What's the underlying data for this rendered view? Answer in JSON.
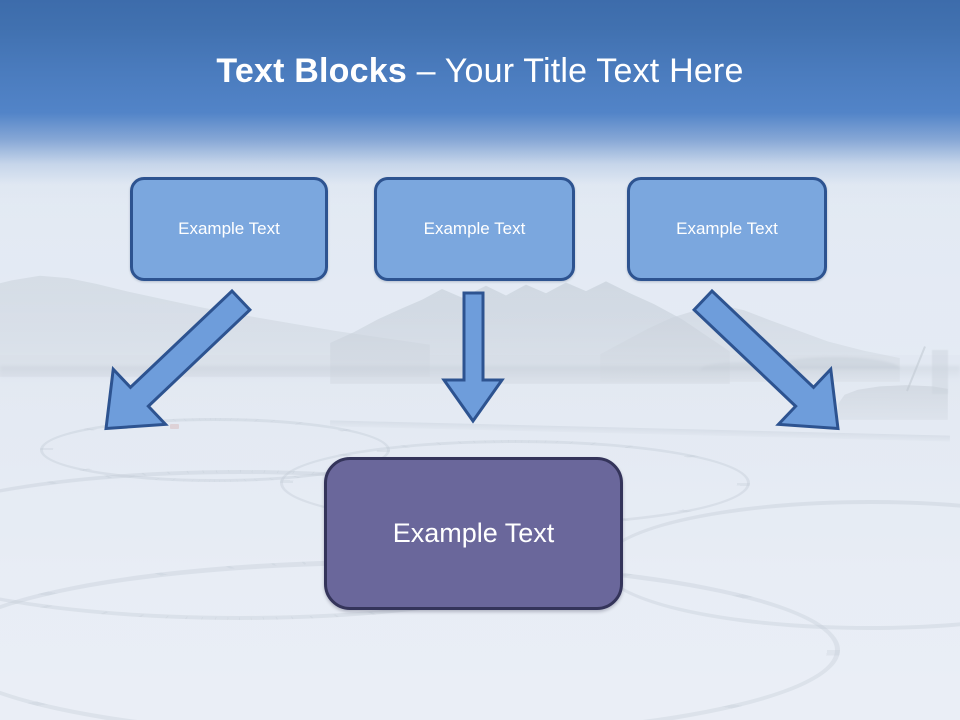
{
  "slide": {
    "title_strong": "Text Blocks",
    "title_rest": " – Your Title Text Here",
    "title_full": "Text Blocks – Your Title Text Here"
  },
  "theme": {
    "header_top_color": "#3d6cab",
    "header_bottom_color": "#5284c8",
    "top_box_fill": "#7ba7de",
    "top_box_border": "#2d5390",
    "bottom_box_fill": "#6a679b",
    "bottom_box_border": "#34345a",
    "arrow_fill": "#6e9ddb",
    "arrow_border": "#2d5390",
    "text_color": "#ffffff",
    "background_color": "#e8eef6"
  },
  "top_boxes": [
    {
      "label": "Example Text"
    },
    {
      "label": "Example Text"
    },
    {
      "label": "Example Text"
    }
  ],
  "bottom_box": {
    "label": "Example Text"
  },
  "arrows": [
    {
      "name": "arrow-left-diagonal",
      "direction": "down-right"
    },
    {
      "name": "arrow-middle-straight",
      "direction": "down"
    },
    {
      "name": "arrow-right-diagonal",
      "direction": "down-left"
    }
  ],
  "background": {
    "description": "Faded photograph of a fjord with mountains and circular fish farm pens"
  }
}
